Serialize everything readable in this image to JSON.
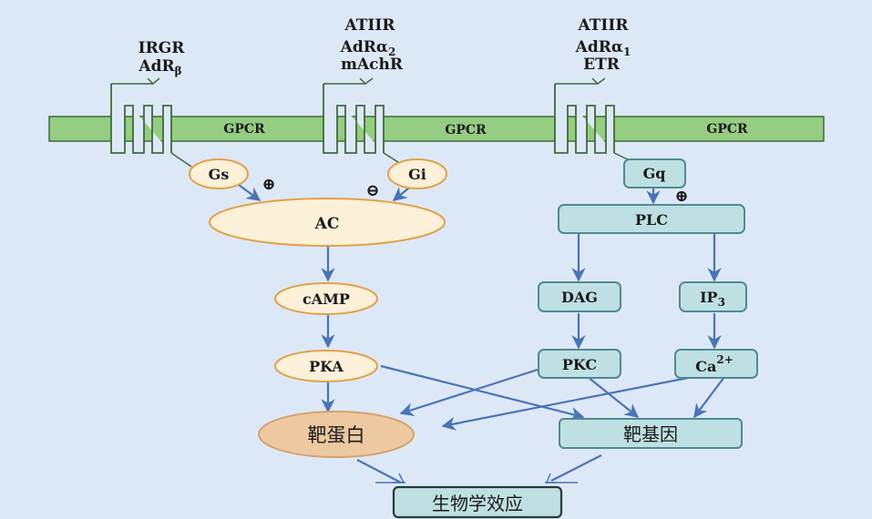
{
  "colors": {
    "background": "#dde8f7",
    "membrane_fill": "#95cd82",
    "membrane_stroke": "#3f6a3b",
    "orange_fill": "#fdf0d8",
    "orange_stroke": "#e0a24a",
    "teal_fill": "#bfe0e2",
    "teal_stroke": "#4f8a92",
    "target_protein_fill": "#ecc9a0",
    "target_protein_stroke": "#d6a26a",
    "arrow": "#4a74b4"
  },
  "receptors": [
    {
      "lines": [
        "IRGR",
        "AdRβ"
      ],
      "membrane_label": "GPCR"
    },
    {
      "lines": [
        "ATIIR",
        "AdRα2",
        "mAchR"
      ],
      "membrane_label": "GPCR"
    },
    {
      "lines": [
        "ATIIR",
        "AdRα1",
        "ETR"
      ],
      "membrane_label": "GPCR"
    }
  ],
  "nodes": {
    "gs": "Gs",
    "gi": "Gi",
    "gq": "Gq",
    "ac": "AC",
    "camp": "cAMP",
    "pka": "PKA",
    "plc": "PLC",
    "dag": "DAG",
    "ip3": "IP",
    "ip3_sub": "3",
    "pkc": "PKC",
    "ca": "Ca",
    "ca_sup": "2+",
    "target_protein": "靶蛋白",
    "target_gene": "靶基因",
    "bio_effect": "生物学效应"
  },
  "signs": {
    "gs_effect": "⊕",
    "gi_effect": "⊖",
    "gq_effect": "⊕"
  }
}
